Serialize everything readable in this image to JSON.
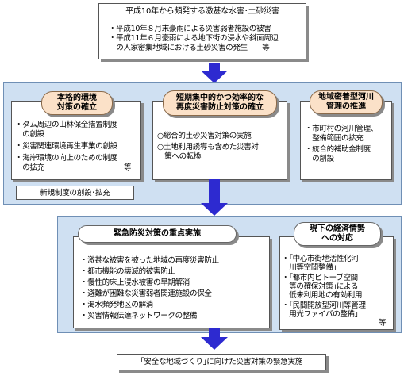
{
  "top_box": {
    "title": "平成10年から頻発する激甚な水害･土砂災害",
    "lines": [
      "・平成10年８月末豪雨による災害弱者施設の被害",
      "・平成11年６月豪雨による地下街の浸水や斜面周辺",
      "　の人家密集地域における土砂災害の発生　　等"
    ]
  },
  "section1": {
    "col1": {
      "title_line1": "本格的環境",
      "title_line2": "対策の確立",
      "lines": [
        "・ダム周辺の山林保全措置制度",
        "　の創設",
        "・災害関連環境再生事業の創設",
        "・海岸環境の向上のための制度",
        "　の拡充",
        "等"
      ]
    },
    "col2": {
      "title_line1": "短期集中的かつ効率的な",
      "title_line2": "再度災害防止対策の確立",
      "lines": [
        "○総合的土砂災害対策の実施",
        "○土地利用誘導も含めた災害対",
        "　策への転換"
      ]
    },
    "col3": {
      "title_line1": "地域密着型河川",
      "title_line2": "管理の推進",
      "lines": [
        "・市町村の河川管理、",
        "　整備範囲の拡充",
        "・統合的補助金制度",
        "　の創設"
      ]
    },
    "footer_label": "新規制度の創設･拡充"
  },
  "section2": {
    "left": {
      "title": "緊急防災対策の重点実施",
      "lines": [
        "・激甚な被害を被った地域の再度災害防止",
        "・都市機能の壊滅的被害防止",
        "・慢性的床上浸水被害の早期解消",
        "・避難が困難な災害弱者関連施設の保全",
        "・渇水頻発地区の解消",
        "・災害情報伝達ネットワークの整備"
      ]
    },
    "right": {
      "title_line1": "現下の経済情勢",
      "title_line2": "への対応",
      "lines": [
        "・｢中心市街地活性化河",
        "　川等空間整備｣",
        "・｢都市内ピトーブ空間",
        "　等の確保対策｣による",
        "　低未利用地の有効利用",
        "・｢民間開放型河川等管理",
        "　用光ファイバの整備｣",
        "等"
      ]
    }
  },
  "bottom_box": {
    "text": "｢安全な地域づくり｣に向けた災害対策の緊急実施"
  },
  "colors": {
    "arrow": "#2d2ad0",
    "panel": "#cfe0f2",
    "pill": "#fbe1c8"
  }
}
